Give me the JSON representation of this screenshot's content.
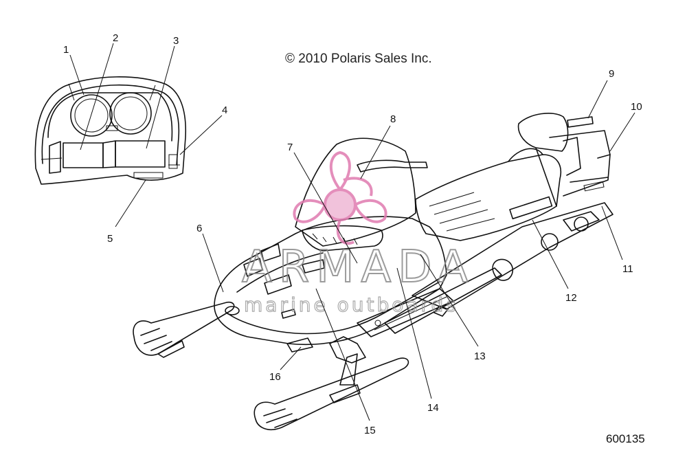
{
  "copyright": "© 2010 Polaris Sales Inc.",
  "diagram_code": "600135",
  "watermark": {
    "title": "ARMADA",
    "subtitle": "marine outboards",
    "color": "#e07bb0"
  },
  "callouts": [
    "1",
    "2",
    "3",
    "4",
    "5",
    "6",
    "7",
    "8",
    "9",
    "10",
    "11",
    "12",
    "13",
    "14",
    "15",
    "16"
  ]
}
